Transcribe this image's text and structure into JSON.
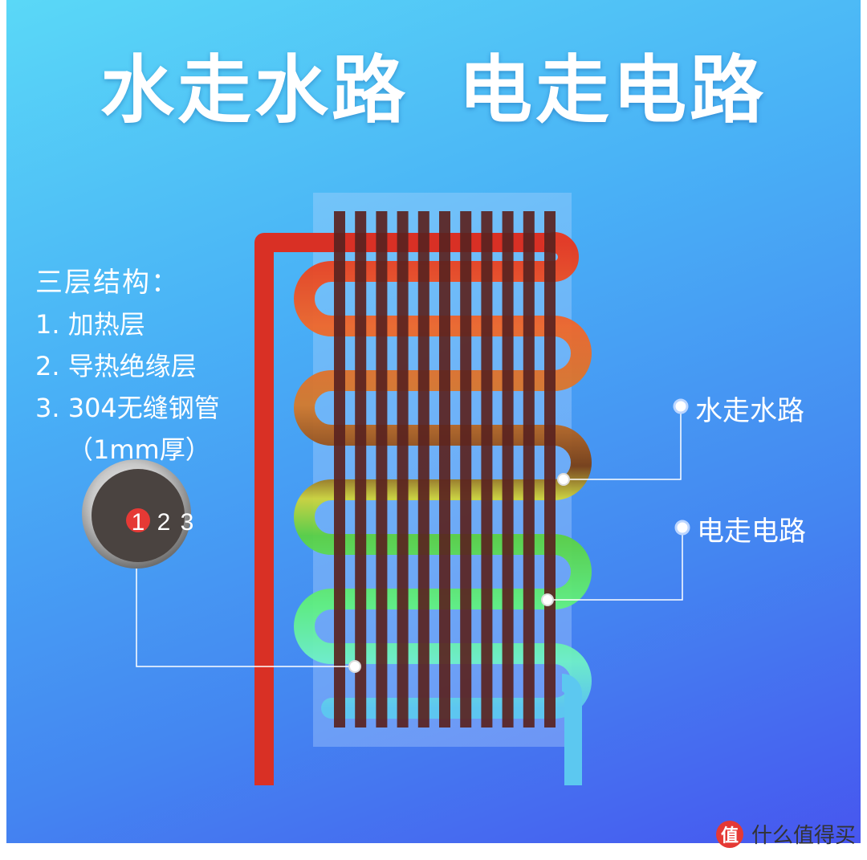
{
  "title": {
    "left": "水走水路",
    "right": "电走电路"
  },
  "legend": {
    "heading": "三层结构：",
    "items": [
      "1. 加热层",
      "2. 导热绝缘层",
      "3. 304无缝钢管"
    ],
    "note": "（1mm厚）"
  },
  "cross_section": {
    "labels": [
      "1",
      "2",
      "3"
    ]
  },
  "callouts": {
    "water": "水走水路",
    "power": "电走电路"
  },
  "watermark": {
    "icon": "值",
    "text": "什么值得买"
  },
  "colors": {
    "pipe_hot": "#d93025",
    "pipe_cool": "#5cc8f0",
    "fins": "#5a2320",
    "label_accent": "#e53935"
  }
}
